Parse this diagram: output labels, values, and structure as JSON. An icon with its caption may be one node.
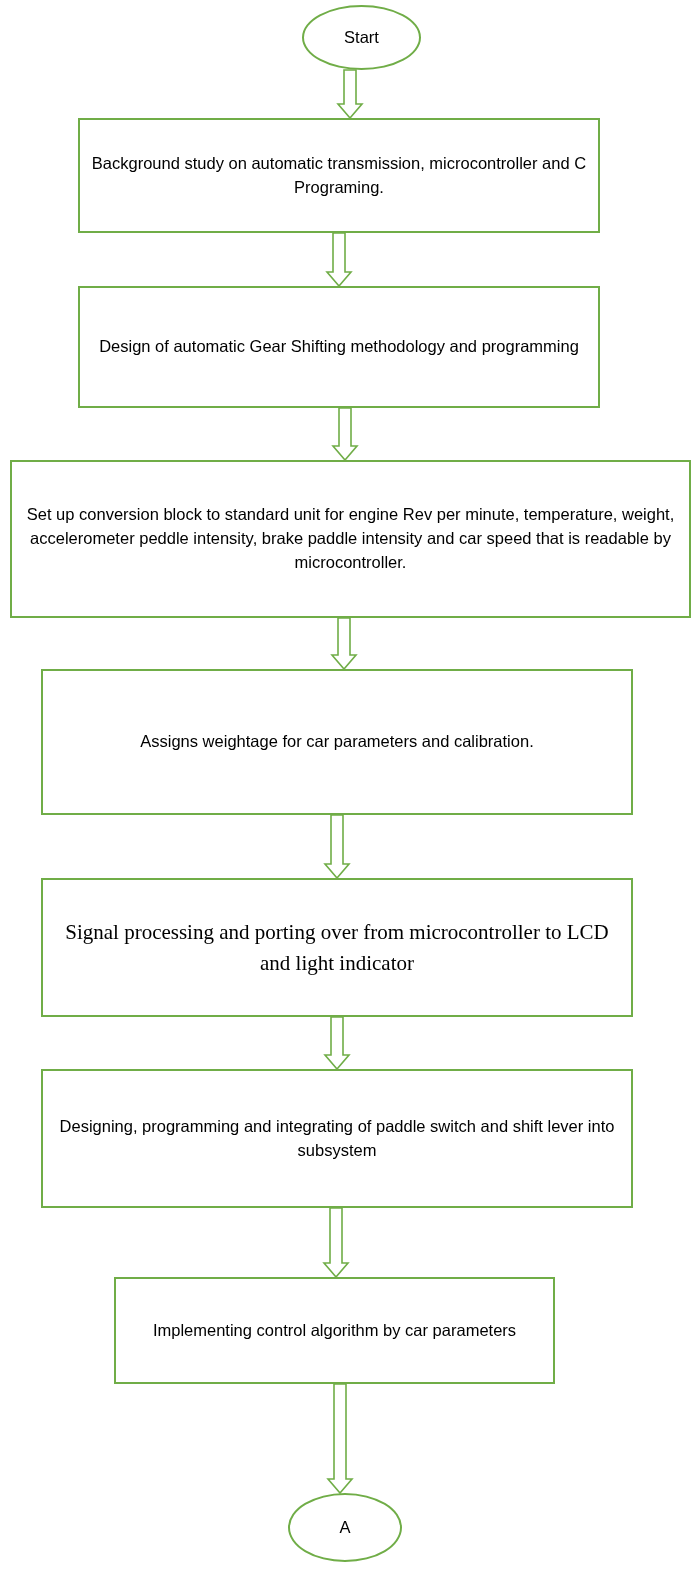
{
  "diagram": {
    "nodes": [
      {
        "text": [
          "Start"
        ]
      },
      {
        "text": [
          "Background study on automatic transmission, microcontroller and C Programing."
        ]
      },
      {
        "text": [
          "Design of automatic Gear Shifting methodology and programming"
        ]
      },
      {
        "text": [
          "Set up conversion block to standard unit for engine Rev per minute, temperature, weight, accelerometer peddle intensity, brake paddle intensity and car speed that is readable by microcontroller."
        ]
      },
      {
        "text": [
          "Assigns weightage for car parameters and calibration."
        ]
      },
      {
        "text": [
          "Signal processing and porting over from microcontroller to LCD and light indicator"
        ]
      },
      {
        "text": [
          "Designing, programming and integrating of paddle switch and shift lever into subsystem"
        ]
      },
      {
        "text": [
          "Implementing control algorithm by car parameters"
        ]
      },
      {
        "text": [
          "A"
        ]
      }
    ],
    "edges": [
      {
        "from": 0,
        "to": 1,
        "arrow": "to"
      },
      {
        "from": 1,
        "to": 2,
        "arrow": "to"
      },
      {
        "from": 2,
        "to": 3,
        "arrow": "to"
      },
      {
        "from": 3,
        "to": 4,
        "arrow": "to"
      },
      {
        "from": 4,
        "to": 5,
        "arrow": "to"
      },
      {
        "from": 5,
        "to": 6,
        "arrow": "to"
      },
      {
        "from": 6,
        "to": 7,
        "arrow": "to"
      },
      {
        "from": 7,
        "to": 8,
        "arrow": "to"
      }
    ]
  }
}
